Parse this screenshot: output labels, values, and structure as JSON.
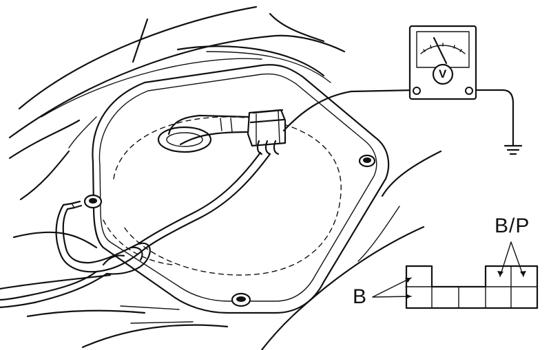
{
  "labels": {
    "meter_symbol": "V",
    "wire_single": "B",
    "wire_pair": "B/P"
  },
  "icons": {
    "voltmeter": "voltmeter-icon",
    "ground": "ground-icon"
  },
  "colors": {
    "ink": "#111111",
    "paper": "#ffffff"
  }
}
